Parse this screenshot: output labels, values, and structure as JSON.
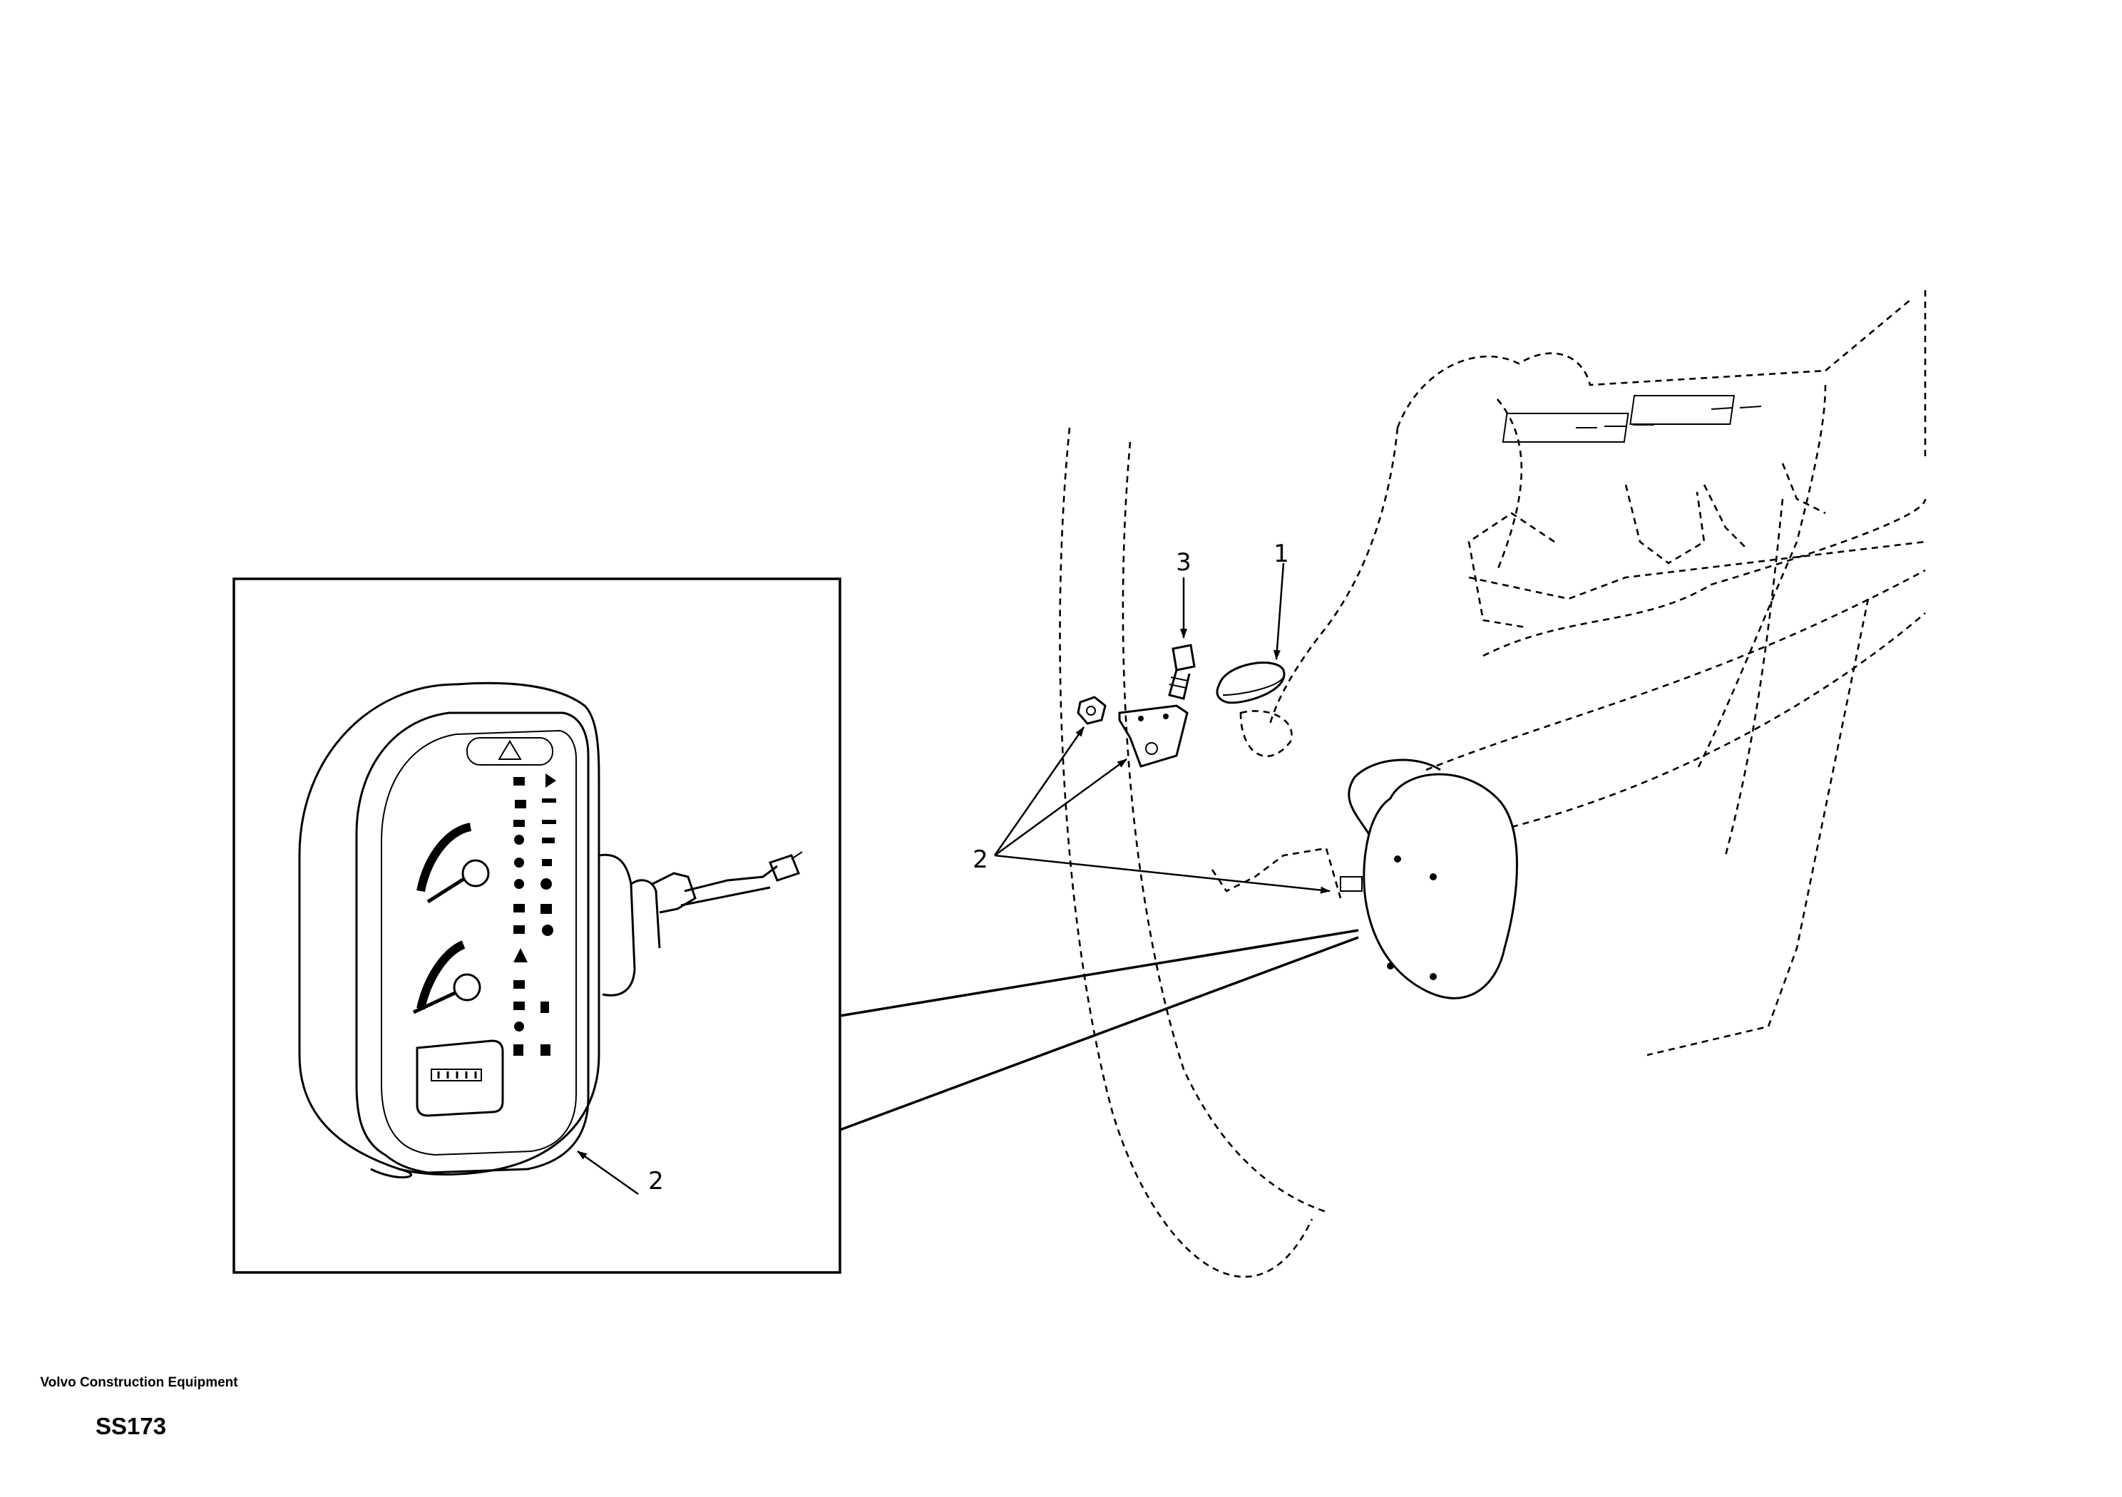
{
  "callouts": {
    "item1": "1",
    "item2_main": "2",
    "item3": "3",
    "item2_detail": "2"
  },
  "footer": {
    "brand": "Volvo Construction Equipment",
    "code": "SS173"
  }
}
